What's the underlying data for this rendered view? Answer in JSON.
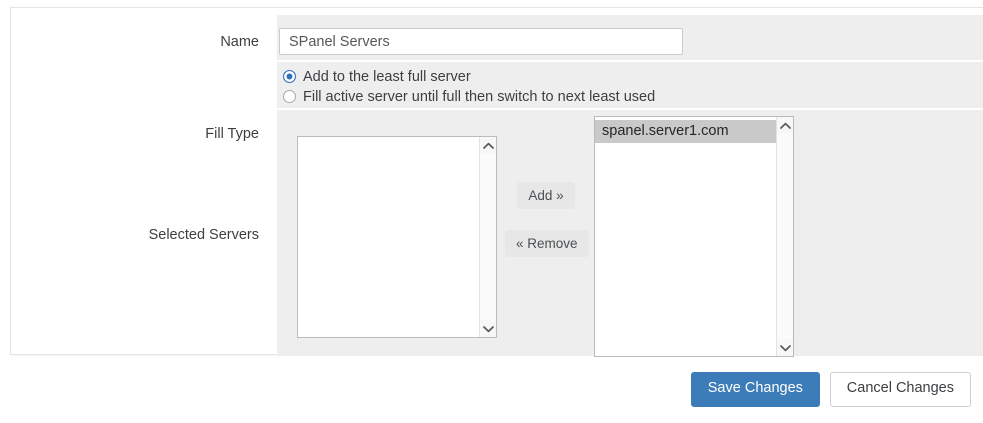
{
  "form": {
    "name_row": {
      "label": "Name",
      "value": "SPanel Servers",
      "placeholder": ""
    },
    "fill_type_row": {
      "label": "Fill Type",
      "options": [
        {
          "label": "Add to the least full server",
          "checked": true
        },
        {
          "label": "Fill active server until full then switch to next least used",
          "checked": false
        }
      ]
    },
    "selected_servers_row": {
      "label": "Selected Servers",
      "available_list": {
        "items": []
      },
      "selected_list": {
        "items": [
          {
            "label": "spanel.server1.com",
            "selected": true
          }
        ]
      },
      "add_button": "Add »",
      "remove_button": "« Remove"
    }
  },
  "footer": {
    "save_label": "Save Changes",
    "cancel_label": "Cancel Changes"
  },
  "colors": {
    "primary": "#3c7cb8",
    "radio_checked": "#2f6fba",
    "row_background": "#eeeeee",
    "list_selected": "#c9c9c9"
  },
  "icons": {
    "scroll_up": "chevron-up-icon",
    "scroll_down": "chevron-down-icon"
  }
}
